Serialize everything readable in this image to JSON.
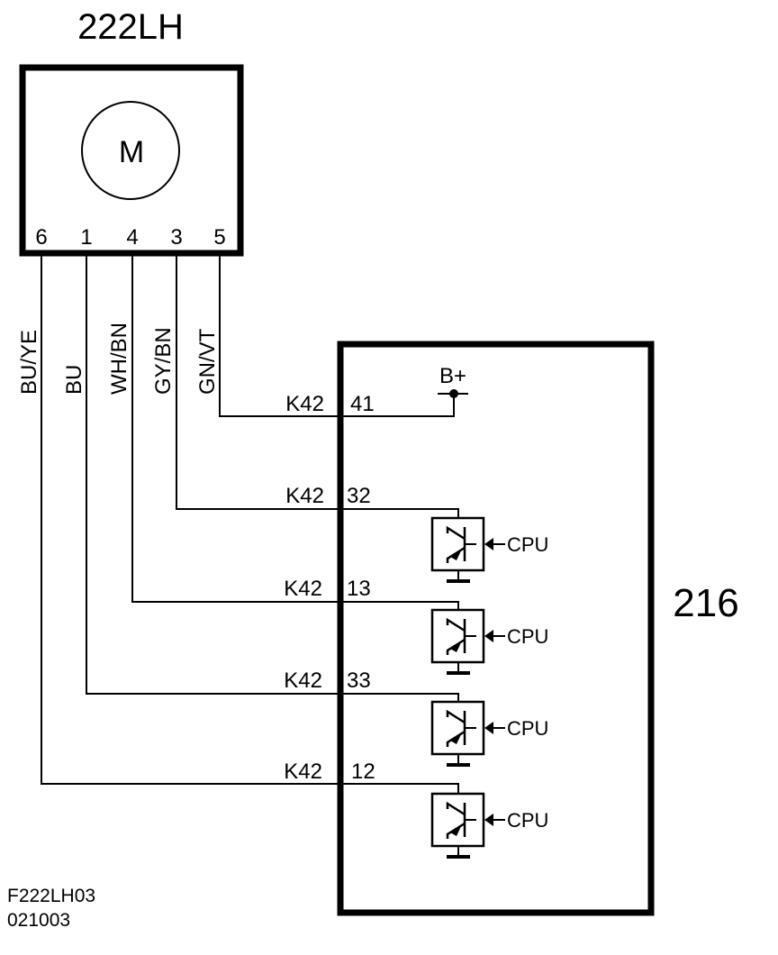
{
  "diagram": {
    "motor": {
      "id": "222LH",
      "symbol": "M",
      "pins": [
        "6",
        "1",
        "4",
        "3",
        "5"
      ]
    },
    "wires": [
      {
        "pin": "6",
        "color": "BU/YE",
        "connector": "K42",
        "module_pin": "12"
      },
      {
        "pin": "1",
        "color": "BU",
        "connector": "K42",
        "module_pin": "33"
      },
      {
        "pin": "4",
        "color": "WH/BN",
        "connector": "K42",
        "module_pin": "13"
      },
      {
        "pin": "3",
        "color": "GY/BN",
        "connector": "K42",
        "module_pin": "32"
      },
      {
        "pin": "5",
        "color": "GN/VT",
        "connector": "K42",
        "module_pin": "41"
      }
    ],
    "module": {
      "id": "216",
      "supply_label": "B+",
      "switch_control_label": "CPU",
      "switch_count": 4
    },
    "footer": {
      "code": "F222LH03",
      "date": "021003"
    }
  }
}
